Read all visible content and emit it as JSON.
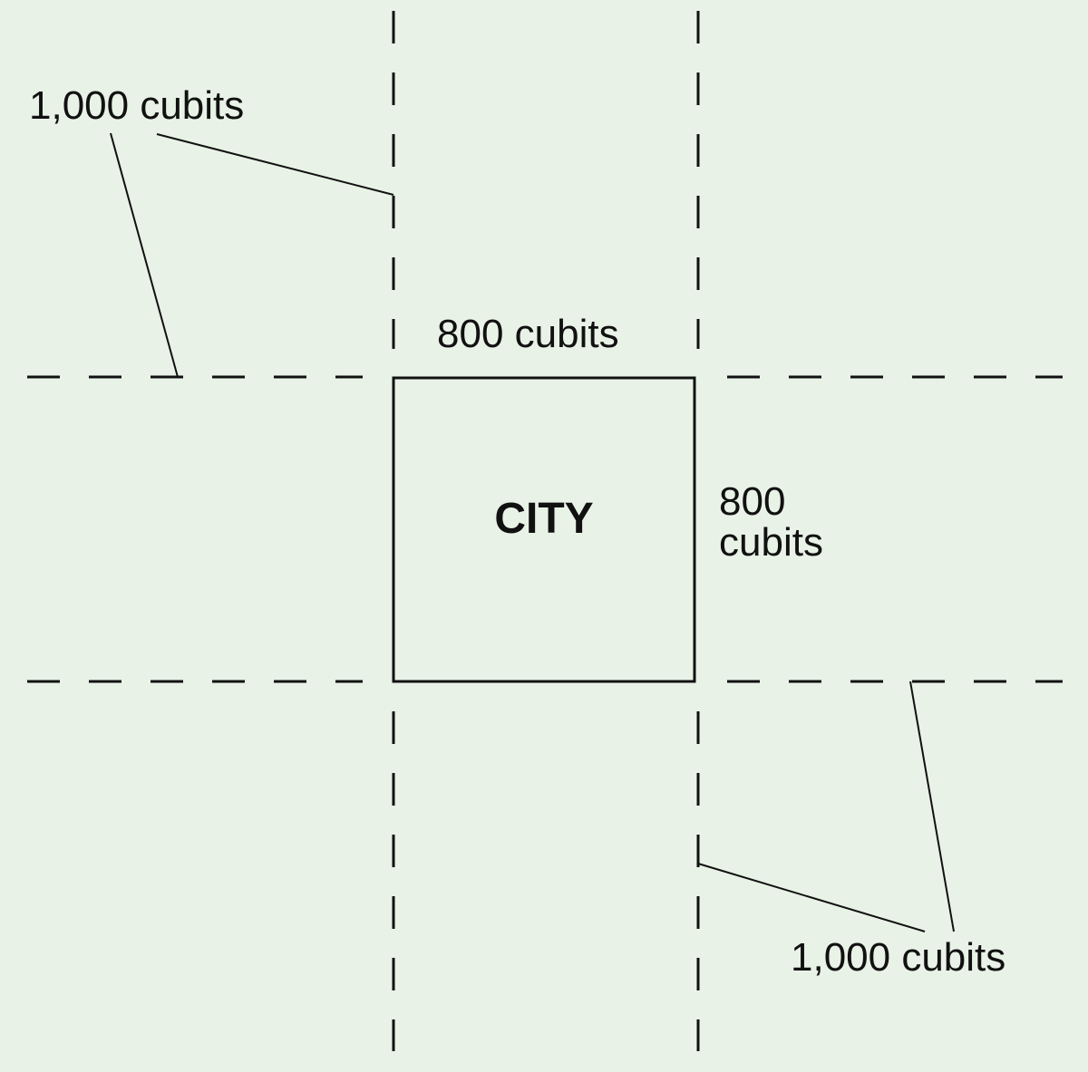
{
  "diagram": {
    "center_label": "CITY",
    "top_side_label": "800 cubits",
    "right_side_label_line1": "800",
    "right_side_label_line2": "cubits",
    "pasture_label_top_left": "1,000 cubits",
    "pasture_label_bottom_right": "1,000 cubits"
  }
}
